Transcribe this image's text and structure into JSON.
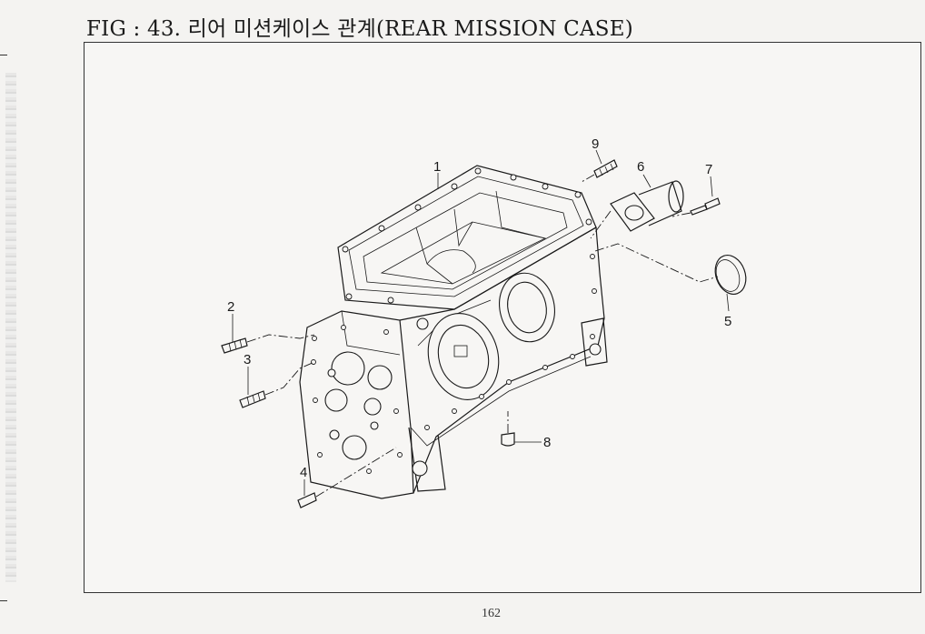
{
  "title": "FIG : 43. 리어 미션케이스 관계(REAR MISSION CASE)",
  "page_number": "162",
  "callouts": {
    "c1": "1",
    "c2": "2",
    "c3": "3",
    "c4": "4",
    "c5": "5",
    "c6": "6",
    "c7": "7",
    "c8": "8",
    "c9": "9"
  },
  "colors": {
    "ink": "#1a1a1a",
    "paper": "#f4f3f1"
  }
}
